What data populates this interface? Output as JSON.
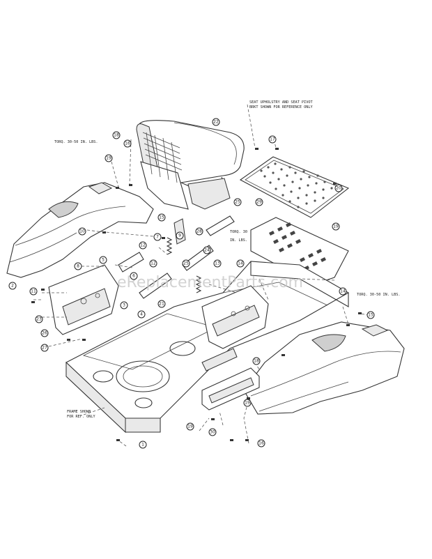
{
  "notes": {
    "seat_note_line1": "SEAT UPHOLSTRY AND SEAT PIVOT",
    "seat_note_line2": "BRKT SHOWN FOR REFERENCE ONLY",
    "torque_left": "TORQ. 30-50 IN. LBS.",
    "torque_right": "TORQ. 30-50 IN. LBS.",
    "torque_center_1": "TORQ. 30",
    "torque_center_2": "IN. LBS.",
    "frame_note_1": "FRAME SHOWN",
    "frame_note_2": "FOR REF. ONLY"
  },
  "watermark": "eReplacementParts.com",
  "callouts": [
    "19",
    "16",
    "18",
    "22",
    "17",
    "20",
    "10",
    "15",
    "9",
    "7",
    "8",
    "12",
    "28",
    "24",
    "25",
    "29",
    "13",
    "14",
    "25",
    "12",
    "19",
    "5",
    "6",
    "21",
    "3",
    "4",
    "2",
    "11",
    "23",
    "26",
    "27",
    "1",
    "19",
    "30",
    "16",
    "18",
    "19",
    "14",
    "15"
  ]
}
